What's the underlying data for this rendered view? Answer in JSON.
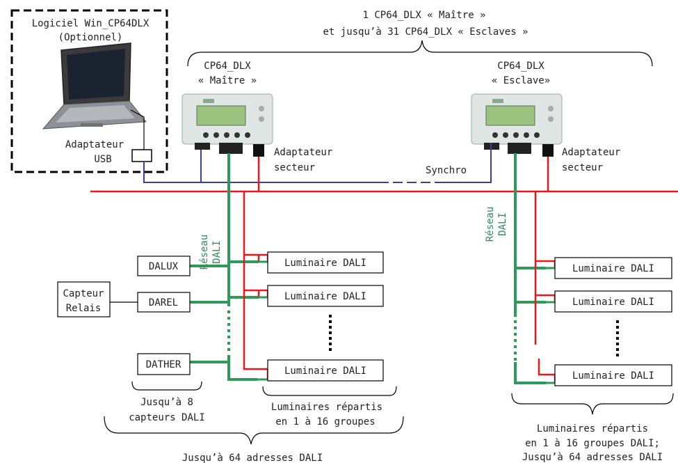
{
  "header": {
    "line1": "1 CP64_DLX « Maître »",
    "line2": "et jusqu’à 31 CP64_DLX « Esclaves »"
  },
  "software": {
    "line1": "Logiciel Win_CP64DLX",
    "line2": "(Optionnel)",
    "adapter_line1": "Adaptateur",
    "adapter_line2": "USB"
  },
  "master": {
    "title1": "CP64_DLX",
    "title2": "« Maître »",
    "power_line1": "Adaptateur",
    "power_line2": "secteur",
    "network_line1": "Réseau",
    "network_line2": "DALI"
  },
  "slave": {
    "title1": "CP64_DLX",
    "title2": "« Esclave»",
    "power_line1": "Adaptateur",
    "power_line2": "secteur",
    "network_line1": "Réseau",
    "network_line2": "DALI"
  },
  "synchro_label": "Synchro",
  "sensors": {
    "dalux": "DALUX",
    "darel": "DAREL",
    "dather": "DATHER",
    "relay_line1": "Capteur",
    "relay_line2": "Relais",
    "caption_line1": "Jusqu’à 8",
    "caption_line2": "capteurs DALI"
  },
  "master_luminaires": {
    "items": [
      "Luminaire DALI",
      "Luminaire DALI",
      "Luminaire DALI"
    ],
    "caption_line1": "Luminaires répartis",
    "caption_line2": "en 1 à 16 groupes"
  },
  "master_total": "Jusqu’à 64 adresses DALI",
  "slave_luminaires": {
    "items": [
      "Luminaire DALI",
      "Luminaire DALI",
      "Luminaire DALI"
    ],
    "caption_line1": "Luminaires répartis",
    "caption_line2": "en 1 à 16 groupes DALI;",
    "caption_line3": "Jusqu’à 64 adresses DALI"
  },
  "colors": {
    "mains": "#e8171c",
    "dali": "#2e9a5a",
    "synchro": "#3a3f9a"
  }
}
